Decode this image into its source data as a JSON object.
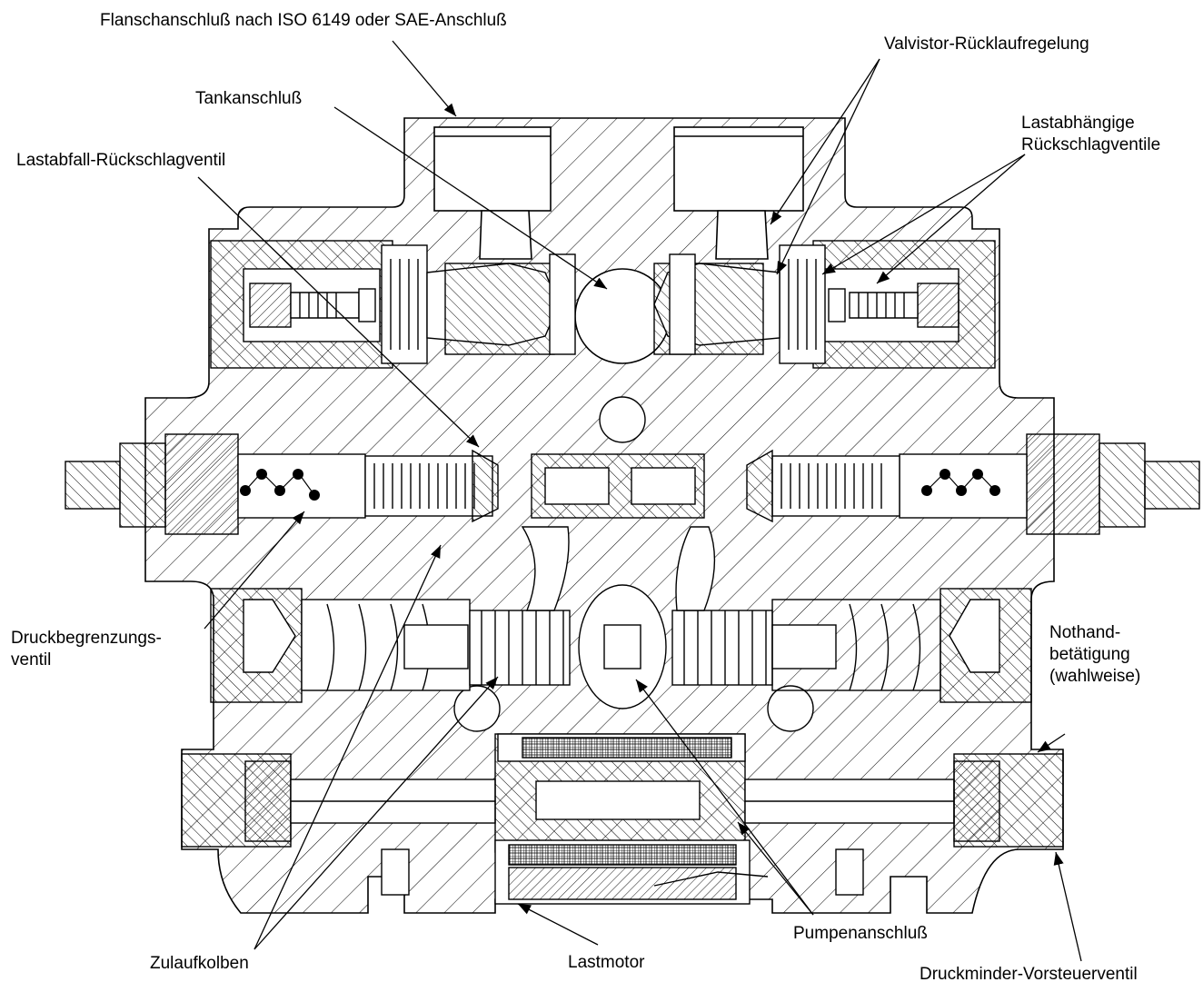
{
  "labels": {
    "flange": "Flanschanschluß nach ISO 6149 oder SAE-Anschluß",
    "tank": "Tankanschluß",
    "valvistor": "Valvistor-Rücklaufregelung",
    "load_dependent_1": "Lastabhängige",
    "load_dependent_2": "Rückschlagventile",
    "load_drop": "Lastabfall-Rückschlagventil",
    "pressure_relief_1": "Druckbegrenzungs-",
    "pressure_relief_2": "ventil",
    "manual_1": "Nothand-",
    "manual_2": "betätigung",
    "manual_3": "(wahlweise)",
    "inlet_spool": "Zulaufkolben",
    "pump_port": "Pumpenanschluß",
    "load_motor": "Lastmotor",
    "reducing_valve": "Druckminder-Vorsteuerventil"
  },
  "colors": {
    "ink": "#000000",
    "paper": "#ffffff"
  }
}
